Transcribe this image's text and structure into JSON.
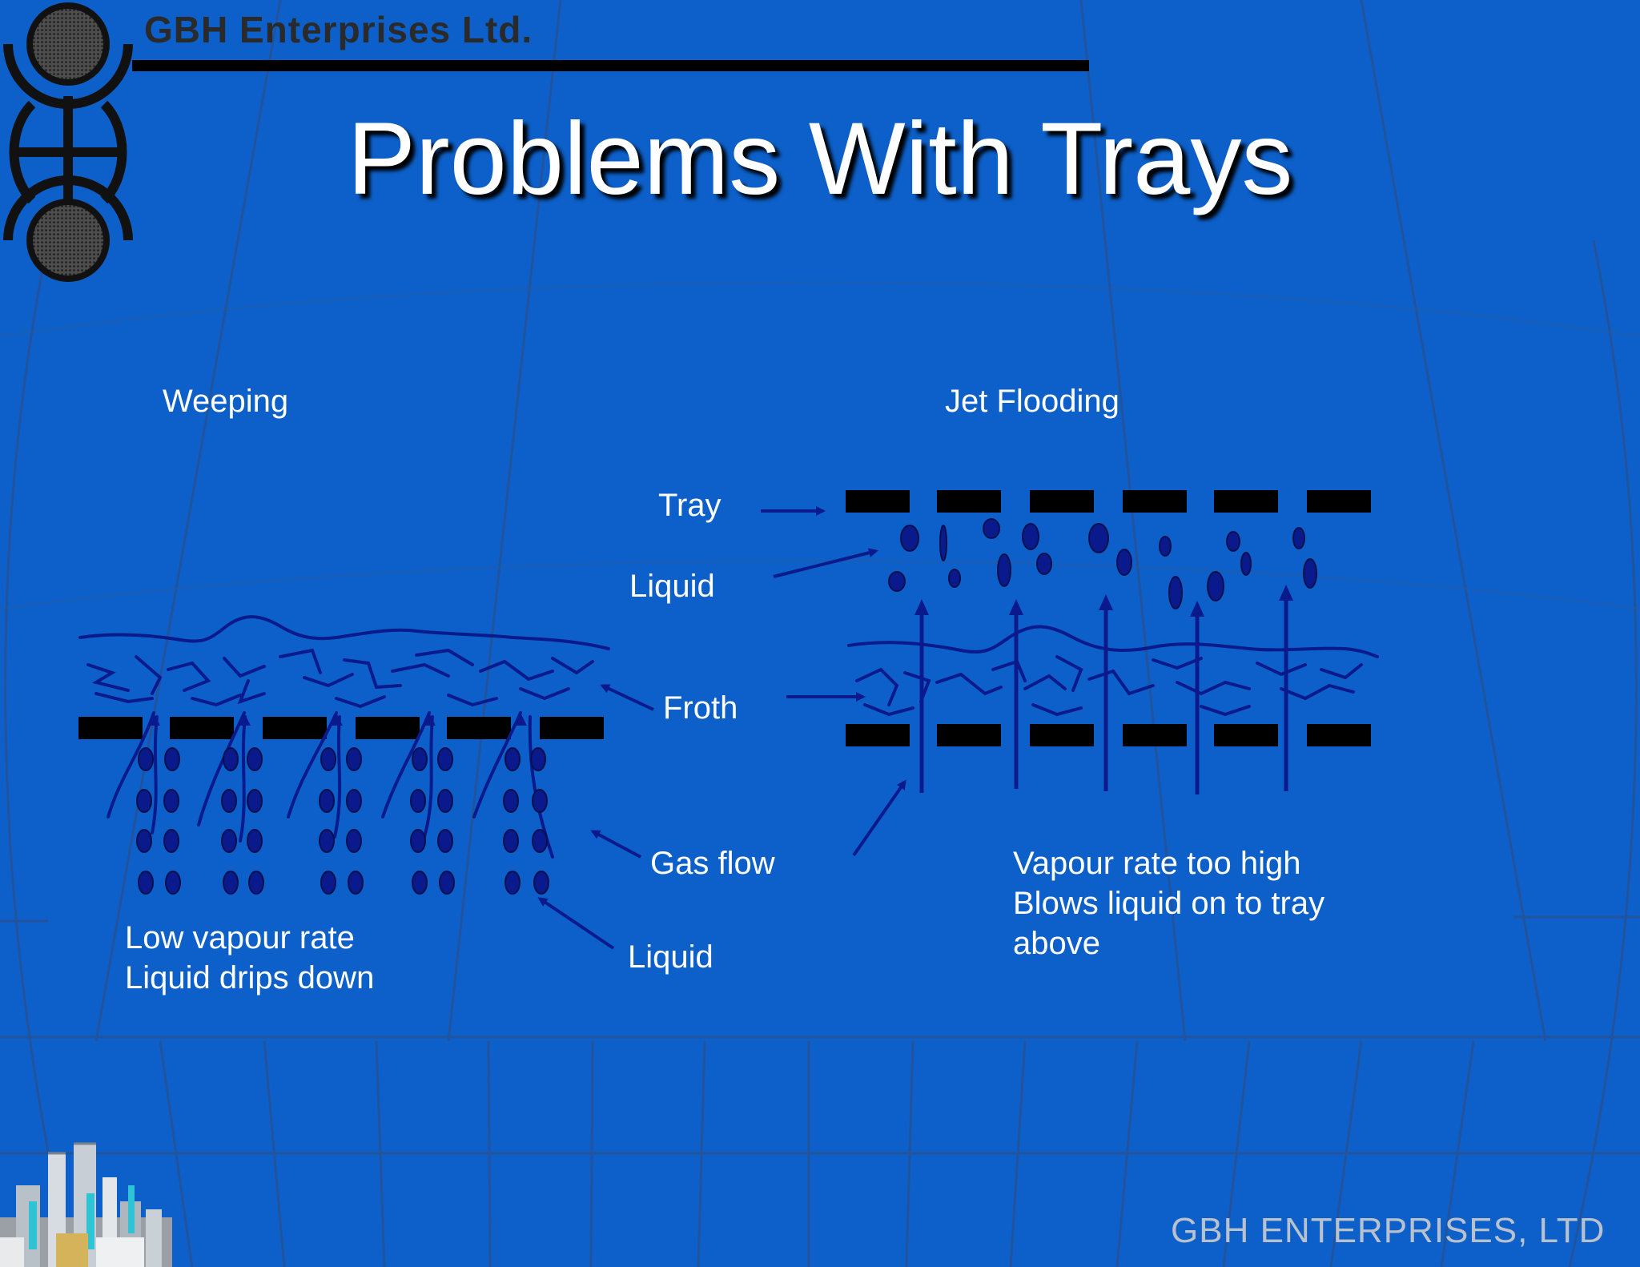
{
  "header": {
    "company": "GBH Enterprises Ltd."
  },
  "title": "Problems With Trays",
  "weeping": {
    "heading": "Weeping",
    "caption_line1": "Low vapour rate",
    "caption_line2": "Liquid drips down"
  },
  "jet_flooding": {
    "heading": "Jet Flooding",
    "caption_line1": "Vapour rate too high",
    "caption_line2": "Blows liquid on to tray",
    "caption_line3": "above"
  },
  "callouts": {
    "tray": "Tray",
    "liquid_top": "Liquid",
    "froth": "Froth",
    "gas_flow": "Gas flow",
    "liquid_bottom": "Liquid"
  },
  "footer": "GBH ENTERPRISES, LTD",
  "colors": {
    "background": "#0d60c9",
    "tray": "#000000",
    "drawing": "#0a1a8c",
    "text": "#ffffff"
  },
  "icons": [
    "company-logo-icon",
    "refinery-icon"
  ]
}
